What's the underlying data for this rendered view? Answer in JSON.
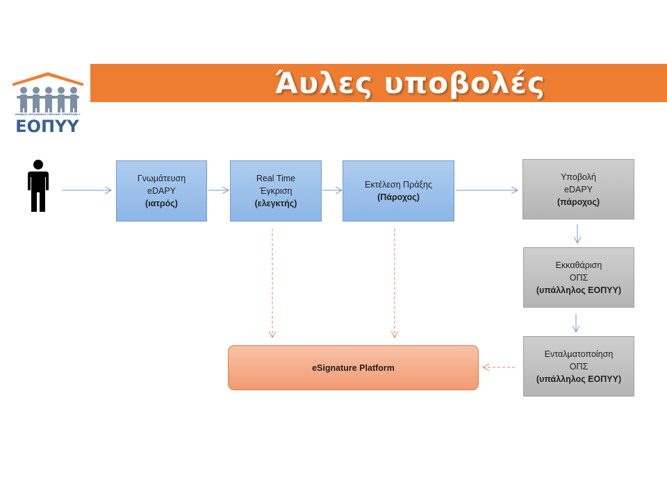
{
  "slide": {
    "title": "Άυλες υποβολές",
    "colors": {
      "title_band": "#ee7d31",
      "blue_box": "#9cc2ec",
      "grey_box": "#c2c2c2",
      "signature_box": "#f4aa85"
    }
  },
  "logo": {
    "name": "ΕΟΠΥΥ",
    "tagline": "ΕΘΝΙΚΟΣ ΟΡΓΑΝΙΣΜΟΣ ΠΑΡΟΧΗΣ ΥΠΗΡΕΣΙΩΝ ΥΓΕΙΑΣ",
    "icon": "people-under-roof-icon"
  },
  "diagram": {
    "actor_icon": "person-icon",
    "steps": [
      {
        "line1": "Γνωμάτευση",
        "line2": "eDAPY",
        "role": "(ιατρός)"
      },
      {
        "line1": "Real Time",
        "line2": "Έγκριση",
        "role": "(ελεγκτής)"
      },
      {
        "line1": "Εκτέλεση Πράξης",
        "line2": "",
        "role": "(Πάροχος)"
      },
      {
        "line1": "Υποβολή",
        "line2": "eDAPY",
        "role": "(πάροχος)"
      },
      {
        "line1": "Εκκαθάριση",
        "line2": "ΟΠΣ",
        "role": "(υπάλληλος ΕΟΠΥΥ)"
      },
      {
        "line1": "Ενταλματοποίηση",
        "line2": "ΟΠΣ",
        "role": "(υπάλληλος ΕΟΠΥΥ)"
      }
    ],
    "signature": "eSignature Platform"
  }
}
